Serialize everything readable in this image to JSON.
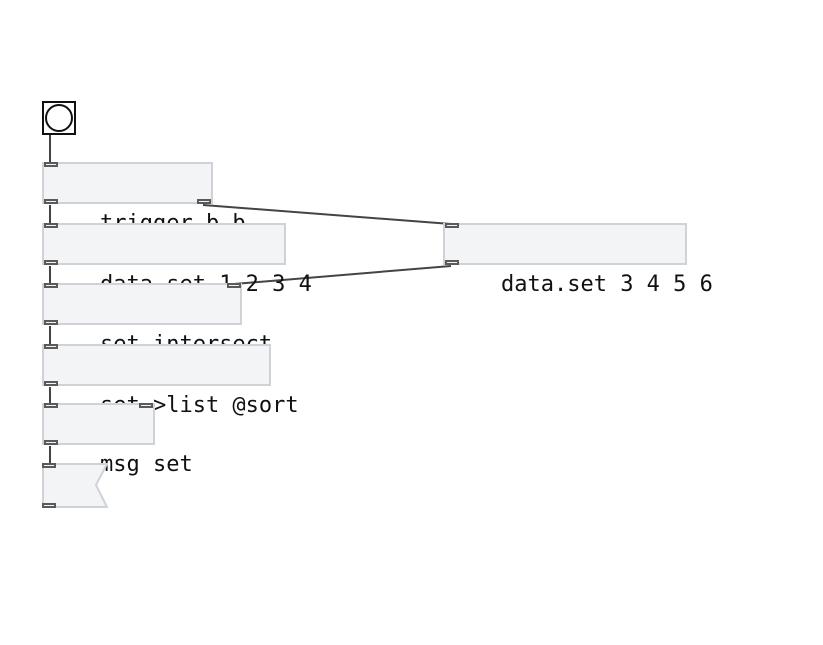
{
  "patch": {
    "bang": {
      "icon": "bang-icon"
    },
    "objects": {
      "trigger": "trigger b b",
      "data_set_left": "data.set 1 2 3 4",
      "data_set_right": "data.set 3 4 5 6",
      "set_intersect": "set.intersect",
      "set_to_list": "set->list @sort",
      "msg_set": "msg set"
    },
    "message_box": {
      "text": ""
    },
    "colors": {
      "box_fill": "#f3f4f6",
      "box_border": "#cfd2d6",
      "port_border": "#5a5a5a",
      "cord": "#444444"
    }
  }
}
